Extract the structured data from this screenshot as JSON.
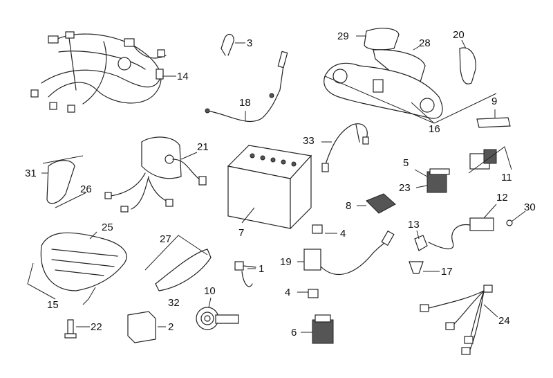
{
  "diagram": {
    "type": "exploded parts diagram (electrical system)",
    "callouts": [
      "3",
      "29",
      "28",
      "20",
      "14",
      "18",
      "9",
      "16",
      "33",
      "21",
      "31",
      "26",
      "5",
      "23",
      "11",
      "8",
      "7",
      "4",
      "12",
      "30",
      "13",
      "25",
      "27",
      "19",
      "1",
      "17",
      "15",
      "32",
      "10",
      "4",
      "2",
      "22",
      "24",
      "6"
    ],
    "line_color": "#222222",
    "background": "#ffffff"
  }
}
